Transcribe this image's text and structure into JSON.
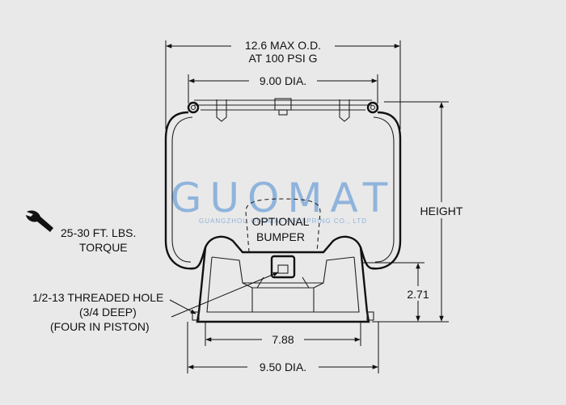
{
  "labels": {
    "max_od_line1": "12.6 MAX O.D.",
    "max_od_line2": "AT 100 PSI G",
    "top_dia": "9.00 DIA.",
    "height": "HEIGHT",
    "optional_line1": "OPTIONAL",
    "optional_line2": "BUMPER",
    "torque_line1": "25-30 FT. LBS.",
    "torque_line2": "TORQUE",
    "hole_line1": "1/2-13 THREADED HOLE",
    "hole_line2": "(3/4 DEEP)",
    "hole_line3": "(FOUR IN PISTON)",
    "piston_height": "2.71",
    "piston_inner": "7.88",
    "piston_dia": "9.50 DIA."
  },
  "watermark": {
    "brand": "GUOMAT",
    "company": "GUANGZHOU GUOMAT AIR SPRING CO., LTD"
  },
  "icons": {
    "torque": "wrench-icon"
  },
  "colors": {
    "background": "#e9e9e9",
    "line": "#111111",
    "watermark": "#8fb4dc"
  }
}
